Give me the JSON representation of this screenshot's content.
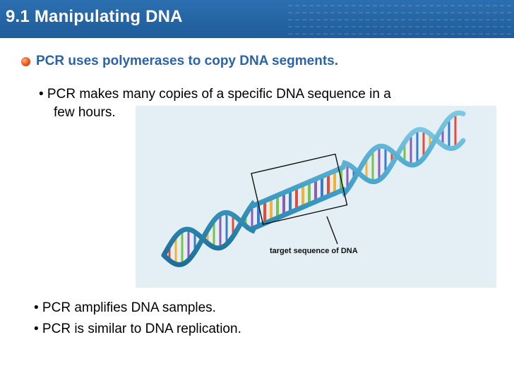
{
  "slide": {
    "title": "9.1 Manipulating DNA",
    "subheading": "PCR uses polymerases to copy DNA segments.",
    "bullets": [
      "•  PCR makes many copies of a specific DNA sequence in a",
      "few hours.",
      "• PCR amplifies DNA samples.",
      "• PCR is similar to DNA replication."
    ],
    "figure": {
      "caption": "target sequence of DNA"
    }
  },
  "colors": {
    "header_blue": "#1f5c9a",
    "subheading_blue": "#2b63a8",
    "helix_blue": "#3f9fc6",
    "base_colors": [
      "#e84a3a",
      "#f0b33a",
      "#7cc24a",
      "#8c5ab8",
      "#3a7cc8"
    ]
  }
}
